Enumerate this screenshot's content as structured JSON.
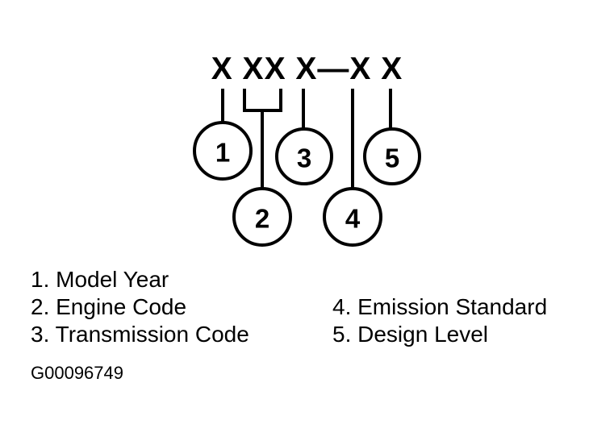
{
  "figure": {
    "code_pattern": "X XX X—X X",
    "figure_id": "G00096749",
    "callouts": [
      {
        "number": "1",
        "label": "Model Year"
      },
      {
        "number": "2",
        "label": "Engine Code"
      },
      {
        "number": "3",
        "label": "Transmission Code"
      },
      {
        "number": "4",
        "label": "Emission Standard"
      },
      {
        "number": "5",
        "label": "Design Level"
      }
    ],
    "legend": {
      "rows": [
        {
          "left": "1. Model Year",
          "right": ""
        },
        {
          "left": "2. Engine Code",
          "right": "4. Emission Standard"
        },
        {
          "left": "3. Transmission Code",
          "right": "5. Design Level"
        }
      ]
    },
    "colors": {
      "ink": "#000000",
      "background": "#ffffff"
    }
  }
}
